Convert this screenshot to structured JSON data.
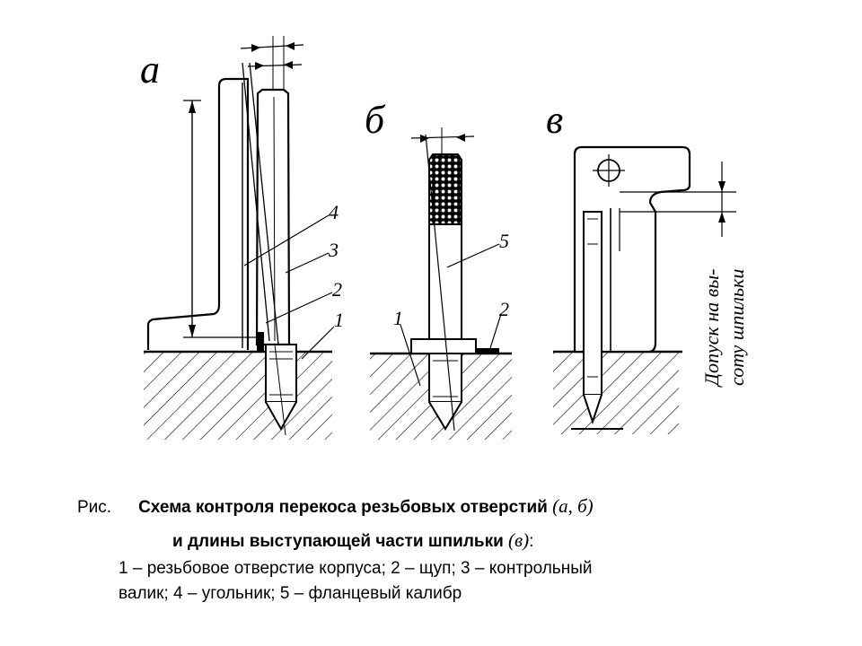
{
  "figure": {
    "labels": {
      "a": "а",
      "b": "б",
      "v": "в"
    },
    "numbers": {
      "n1": "1",
      "n2": "2",
      "n3": "3",
      "n4": "4",
      "n5": "5"
    },
    "tolerance_text": {
      "line1": "Допуск на вы-",
      "line2": "соту шпильки"
    }
  },
  "caption": {
    "prefix": "Рис.",
    "title_line1": "Схема контроля перекоса резьбовых отверстий",
    "title_line1_refs": "(а, б)",
    "title_line2": "и длины выступающей части шпильки",
    "title_line2_refs": "(в)",
    "title_line2_colon": ":",
    "legend_line1": "1 – резьбовое отверстие корпуса; 2 – щуп; 3 – контрольный",
    "legend_line2": "валик; 4 – угольник; 5 – фланцевый калибр"
  }
}
